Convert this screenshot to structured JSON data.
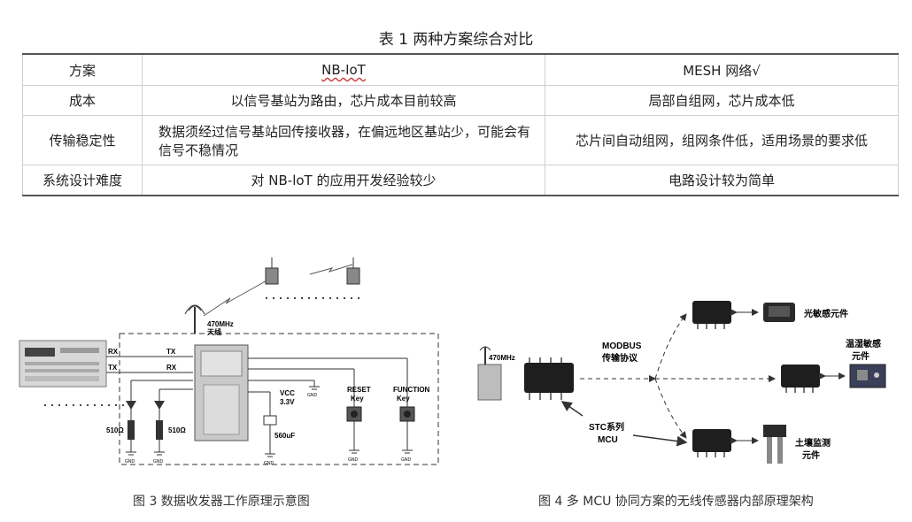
{
  "table": {
    "title": "表 1 两种方案综合对比",
    "headers": [
      "方案",
      "NB-IoT",
      "MESH 网络√"
    ],
    "rows": [
      [
        "成本",
        "以信号基站为路由，芯片成本目前较高",
        "局部自组网，芯片成本低"
      ],
      [
        "传输稳定性",
        "数据须经过信号基站回传接收器，在偏远地区基站少，可能会有信号不稳情况",
        "芯片间自动组网，组网条件低，适用场景的要求低"
      ],
      [
        "系统设计难度",
        "对 NB-loT 的应用开发经验较少",
        "电路设计较为简单"
      ]
    ]
  },
  "figure3": {
    "caption": "图 3 数据收发器工作原理示意图",
    "labels": {
      "rx_left": "RX",
      "tx_left": "TX",
      "tx_right": "TX",
      "rx_right": "RX",
      "antenna_freq": "470MHz",
      "antenna_name": "天线",
      "vcc": "VCC",
      "vcc_v": "3.3V",
      "cap": "560uF",
      "res1": "510Ω",
      "res2": "510Ω",
      "reset": "RESET",
      "reset_key": "Key",
      "function": "FUNCTION",
      "function_key": "Key",
      "gnd": "GND"
    }
  },
  "figure4": {
    "caption": "图 4 多 MCU 协同方案的无线传感器内部原理架构",
    "labels": {
      "antenna_freq": "470MHz",
      "modbus": "MODBUS",
      "protocol": "传输协议",
      "stc": "STC系列",
      "mcu": "MCU",
      "light": "光敏感元件",
      "humid_1": "温湿敏感",
      "humid_2": "元件",
      "soil_1": "土壤监测",
      "soil_2": "元件"
    }
  }
}
